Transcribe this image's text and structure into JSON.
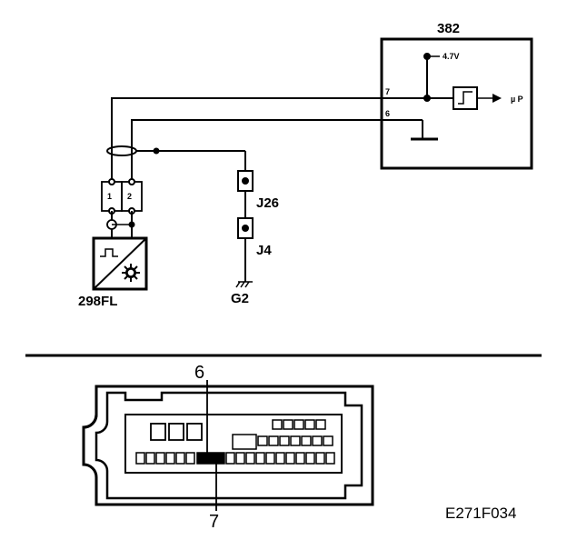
{
  "labels": {
    "ecu": "382",
    "voltage": "4.7V",
    "pin7": "7",
    "pin6": "6",
    "output": "µ P",
    "sensor": "298FL",
    "conn_pin1": "1",
    "conn_pin2": "2",
    "junction1": "J26",
    "junction2": "J4",
    "ground": "G2",
    "connector_pin6": "6",
    "connector_pin7": "7",
    "figure_code": "E271F034"
  },
  "colors": {
    "ink": "#000000",
    "paper": "#ffffff"
  }
}
